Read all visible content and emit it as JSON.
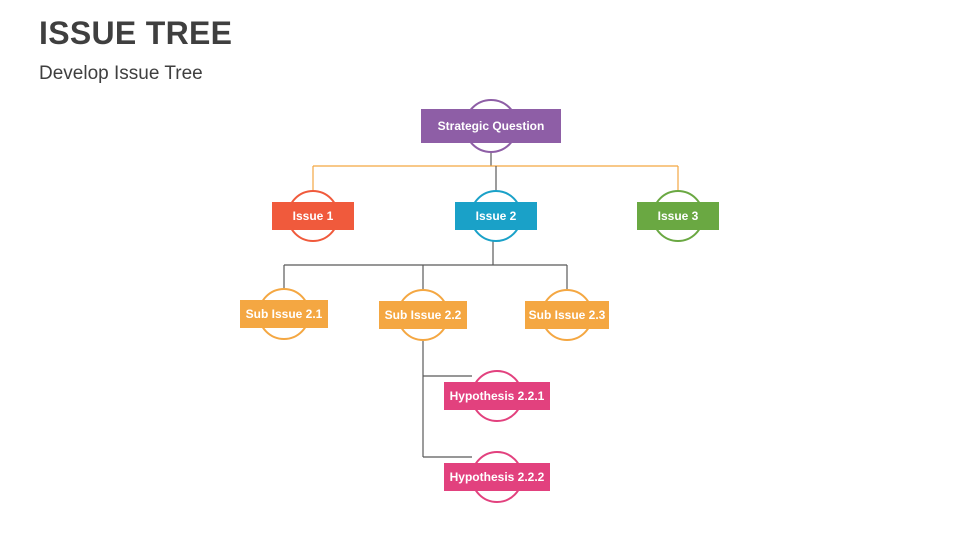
{
  "header": {
    "title": "ISSUE TREE",
    "subtitle": "Develop Issue Tree"
  },
  "colors": {
    "purple": "#8e5ea6",
    "red": "#f05a3c",
    "blue": "#1aa1c8",
    "green": "#6aa842",
    "orange": "#f4a742",
    "pink": "#e2417e",
    "connector_gray": "#595959",
    "connector_orange": "#f4a742"
  },
  "tree": {
    "root": {
      "label": "Strategic Question",
      "color": "#8e5ea6"
    },
    "issues": [
      {
        "label": "Issue 1",
        "color": "#f05a3c"
      },
      {
        "label": "Issue 2",
        "color": "#1aa1c8"
      },
      {
        "label": "Issue 3",
        "color": "#6aa842"
      }
    ],
    "sub_issues": [
      {
        "label": "Sub Issue 2.1",
        "color": "#f4a742"
      },
      {
        "label": "Sub Issue 2.2",
        "color": "#f4a742"
      },
      {
        "label": "Sub Issue 2.3",
        "color": "#f4a742"
      }
    ],
    "hypotheses": [
      {
        "label": "Hypothesis 2.2.1",
        "color": "#e2417e"
      },
      {
        "label": "Hypothesis 2.2.2",
        "color": "#e2417e"
      }
    ]
  }
}
